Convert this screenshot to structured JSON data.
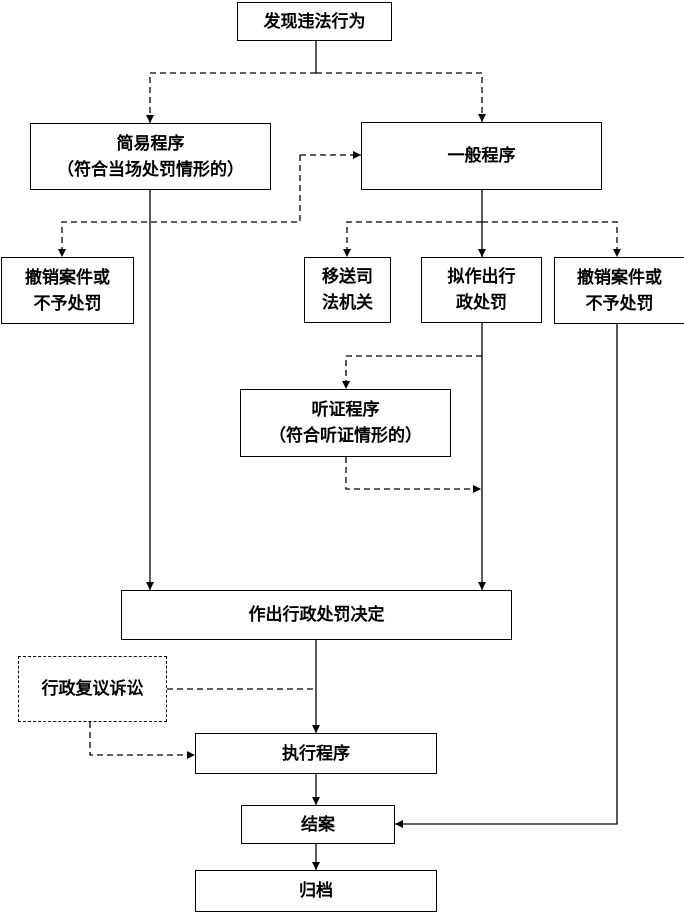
{
  "nodes": {
    "discover": {
      "lines": [
        "发现违法行为"
      ]
    },
    "simple": {
      "lines": [
        "简易程序",
        "（符合当场处罚情形的）"
      ]
    },
    "general": {
      "lines": [
        "一般程序"
      ]
    },
    "revoke_left": {
      "lines": [
        "撤销案件或",
        "不予处罚"
      ]
    },
    "transfer": {
      "lines": [
        "移送司",
        "法机关"
      ]
    },
    "propose": {
      "lines": [
        "拟作出行",
        "政处罚"
      ]
    },
    "revoke_right": {
      "lines": [
        "撤销案件或",
        "不予处罚"
      ]
    },
    "hearing": {
      "lines": [
        "听证程序",
        "（符合听证情形的）"
      ]
    },
    "decision": {
      "lines": [
        "作出行政处罚决定"
      ]
    },
    "review": {
      "lines": [
        "行政复议诉讼"
      ]
    },
    "execute": {
      "lines": [
        "执行程序"
      ]
    },
    "close": {
      "lines": [
        "结案"
      ]
    },
    "archive": {
      "lines": [
        "归档"
      ]
    }
  }
}
